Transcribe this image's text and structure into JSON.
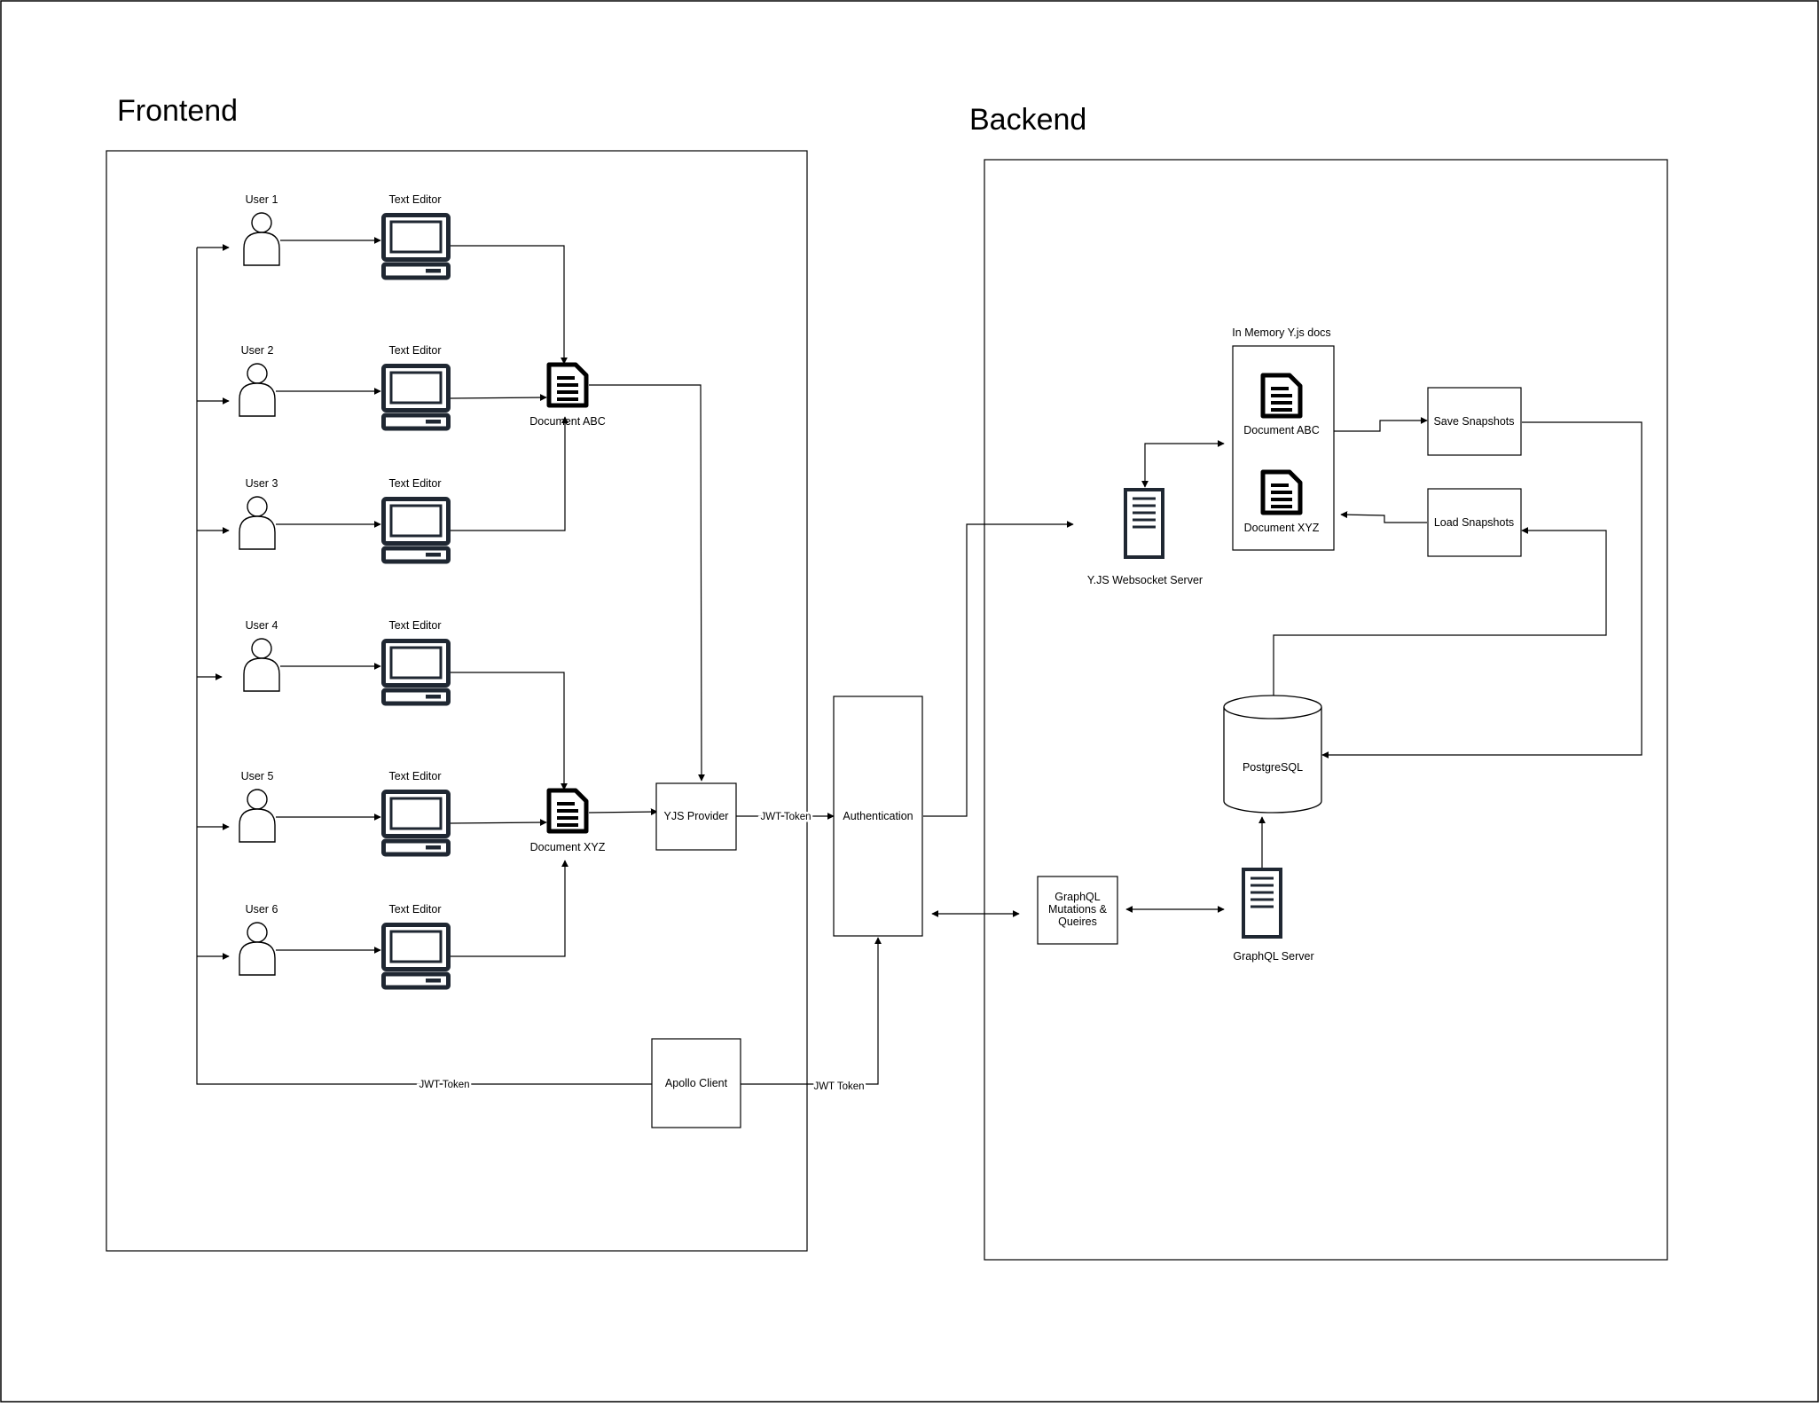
{
  "sections": {
    "frontend_title": "Frontend",
    "backend_title": "Backend"
  },
  "users": [
    {
      "label": "User 1",
      "editor_label": "Text Editor"
    },
    {
      "label": "User 2",
      "editor_label": "Text Editor"
    },
    {
      "label": "User 3",
      "editor_label": "Text Editor"
    },
    {
      "label": "User 4",
      "editor_label": "Text Editor"
    },
    {
      "label": "User 5",
      "editor_label": "Text Editor"
    },
    {
      "label": "User 6",
      "editor_label": "Text Editor"
    }
  ],
  "frontend": {
    "doc_abc": "Document ABC",
    "doc_xyz": "Document XYZ",
    "yjs_provider": "YJS Provider",
    "apollo_client": "Apollo Client",
    "jwt_token": "JWT  Token"
  },
  "middle": {
    "authentication": "Authentication"
  },
  "backend": {
    "in_memory_title": "In Memory Y.js docs",
    "doc_abc": "Document ABC",
    "doc_xyz": "Document XYZ",
    "ws_server": "Y.JS Websocket Server",
    "save_snapshots": "Save Snapshots",
    "load_snapshots": "Load Snapshots",
    "postgres": "PostgreSQL",
    "graphql_ops": [
      "GraphQL",
      "Mutations &",
      "Queires"
    ],
    "graphql_server": "GraphQL Server"
  },
  "colors": {
    "line": "#000000",
    "icon": "#1f2732"
  }
}
